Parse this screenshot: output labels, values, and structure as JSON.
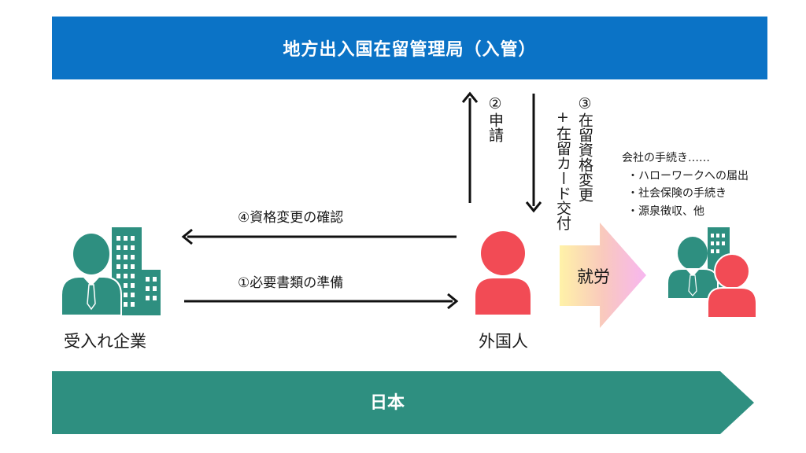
{
  "immigration_office": {
    "title": "地方出入国在留管理局（入管）"
  },
  "steps": {
    "application": "②申請",
    "status_change_1": "③在留資格変更",
    "status_change_2": "+在留カード交付",
    "confirm": "④資格変更の確認",
    "prepare": "①必要書類の準備"
  },
  "actors": {
    "company": "受入れ企業",
    "foreigner": "外国人"
  },
  "employment": {
    "label": "就労"
  },
  "company_procedures": {
    "heading": "会社の手続き……",
    "items": [
      "・ハローワークへの届出",
      "・社会保険の手続き",
      "・源泉徴収、他"
    ]
  },
  "country": {
    "label": "日本"
  },
  "colors": {
    "banner_blue": "#0b73c6",
    "teal": "#2e8f80",
    "person_red": "#f24b55",
    "arrow_black": "#111111"
  },
  "icons": {
    "company": "building-with-person-icon",
    "foreigner": "person-icon",
    "employed": "building-with-two-people-icon"
  }
}
